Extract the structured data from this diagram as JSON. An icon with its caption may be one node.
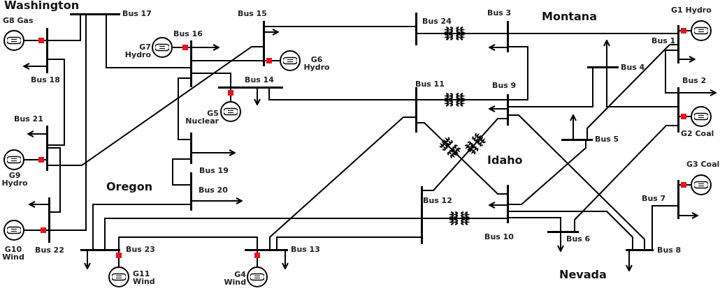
{
  "diagram": {
    "nodes": [
      {
        "text": [
          "Bus 17"
        ]
      },
      {
        "text": [
          "G8 Gas"
        ]
      },
      {
        "text": [
          "Bus 18"
        ]
      },
      {
        "text": [
          "G7 Hydro"
        ]
      },
      {
        "text": [
          "Bus 16"
        ]
      },
      {
        "text": [
          "Bus 15"
        ]
      },
      {
        "text": [
          "G6 Hydro"
        ]
      },
      {
        "text": [
          "Bus 24"
        ]
      },
      {
        "text": [
          "Bus 3"
        ]
      },
      {
        "text": [
          "G1 Hydro"
        ]
      },
      {
        "text": [
          "Bus 1"
        ]
      },
      {
        "text": [
          "Bus 14"
        ]
      },
      {
        "text": [
          "G5 Nuclear"
        ]
      },
      {
        "text": [
          "Bus 11"
        ]
      },
      {
        "text": [
          "Bus 9"
        ]
      },
      {
        "text": [
          "Bus 4"
        ]
      },
      {
        "text": [
          "Bus 2"
        ]
      },
      {
        "text": [
          "G2 Coal"
        ]
      },
      {
        "text": [
          "Bus 21"
        ]
      },
      {
        "text": [
          "G9 Hydro"
        ]
      },
      {
        "text": [
          "Bus 5"
        ]
      },
      {
        "text": [
          "Bus 19"
        ]
      },
      {
        "text": [
          "Bus 20"
        ]
      },
      {
        "text": [
          "G3 Coal"
        ]
      },
      {
        "text": [
          "Bus 12"
        ]
      },
      {
        "text": [
          "Bus 10"
        ]
      },
      {
        "text": [
          "Bus 7"
        ]
      },
      {
        "text": [
          "Bus 22"
        ]
      },
      {
        "text": [
          "G10 Wind"
        ]
      },
      {
        "text": [
          "Bus 6"
        ]
      },
      {
        "text": [
          "Bus 23"
        ]
      },
      {
        "text": [
          "G11 Wind"
        ]
      },
      {
        "text": [
          "Bus 13"
        ]
      },
      {
        "text": [
          "G4 Wind"
        ]
      },
      {
        "text": [
          "Bus 8"
        ]
      }
    ],
    "edges": [
      {
        "from": 0,
        "to": 2,
        "arrow": "none"
      },
      {
        "from": 0,
        "to": 27,
        "arrow": "none"
      },
      {
        "from": 0,
        "to": 4,
        "arrow": "none"
      },
      {
        "from": 1,
        "to": 2,
        "arrow": "none"
      },
      {
        "from": 2,
        "to": null,
        "arrow": "to"
      },
      {
        "from": 2,
        "to": 18,
        "arrow": "none"
      },
      {
        "from": 3,
        "to": 4,
        "arrow": "none"
      },
      {
        "from": 4,
        "to": null,
        "arrow": "to"
      },
      {
        "from": 4,
        "to": 5,
        "arrow": "none"
      },
      {
        "from": 4,
        "to": 11,
        "arrow": "none"
      },
      {
        "from": 4,
        "to": 21,
        "arrow": "none"
      },
      {
        "from": 5,
        "to": null,
        "arrow": "to"
      },
      {
        "from": 6,
        "to": 5,
        "arrow": "none"
      },
      {
        "from": 5,
        "to": 7,
        "arrow": "none"
      },
      {
        "from": 5,
        "to": 18,
        "arrow": "none"
      },
      {
        "from": 7,
        "to": 8,
        "arrow": "none"
      },
      {
        "from": 8,
        "to": null,
        "arrow": "to"
      },
      {
        "from": 8,
        "to": 10,
        "arrow": "none"
      },
      {
        "from": 8,
        "to": 14,
        "arrow": "none"
      },
      {
        "from": 9,
        "to": 10,
        "arrow": "none"
      },
      {
        "from": 10,
        "to": null,
        "arrow": "to"
      },
      {
        "from": 10,
        "to": 16,
        "arrow": "none"
      },
      {
        "from": 10,
        "to": 20,
        "arrow": "none"
      },
      {
        "from": 11,
        "to": null,
        "arrow": "to"
      },
      {
        "from": 12,
        "to": 11,
        "arrow": "none"
      },
      {
        "from": 11,
        "to": 13,
        "arrow": "none"
      },
      {
        "from": 13,
        "to": 14,
        "arrow": "none"
      },
      {
        "from": 14,
        "to": null,
        "arrow": "to"
      },
      {
        "from": 15,
        "to": null,
        "arrow": "to"
      },
      {
        "from": 15,
        "to": 16,
        "arrow": "none"
      },
      {
        "from": 15,
        "to": 14,
        "arrow": "none"
      },
      {
        "from": 17,
        "to": 16,
        "arrow": "none"
      },
      {
        "from": 16,
        "to": 29,
        "arrow": "none"
      },
      {
        "from": 16,
        "to": null,
        "arrow": "to"
      },
      {
        "from": 18,
        "to": null,
        "arrow": "to"
      },
      {
        "from": 19,
        "to": 18,
        "arrow": "none"
      },
      {
        "from": 18,
        "to": 27,
        "arrow": "none"
      },
      {
        "from": 20,
        "to": null,
        "arrow": "to"
      },
      {
        "from": 20,
        "to": 25,
        "arrow": "none"
      },
      {
        "from": 21,
        "to": null,
        "arrow": "to"
      },
      {
        "from": 21,
        "to": 22,
        "arrow": "none"
      },
      {
        "from": 22,
        "to": null,
        "arrow": "to"
      },
      {
        "from": 22,
        "to": 30,
        "arrow": "none"
      },
      {
        "from": 23,
        "to": 26,
        "arrow": "none"
      },
      {
        "from": 13,
        "to": 25,
        "arrow": "none"
      },
      {
        "from": 14,
        "to": 24,
        "arrow": "none"
      },
      {
        "from": 24,
        "to": 25,
        "arrow": "none"
      },
      {
        "from": 30,
        "to": 24,
        "arrow": "none"
      },
      {
        "from": 32,
        "to": 24,
        "arrow": "none"
      },
      {
        "from": 30,
        "to": 32,
        "arrow": "none"
      },
      {
        "from": 32,
        "to": 13,
        "arrow": "none"
      },
      {
        "from": 31,
        "to": 30,
        "arrow": "none"
      },
      {
        "from": 30,
        "to": null,
        "arrow": "to"
      },
      {
        "from": 33,
        "to": 32,
        "arrow": "none"
      },
      {
        "from": 32,
        "to": null,
        "arrow": "to"
      },
      {
        "from": 25,
        "to": null,
        "arrow": "to"
      },
      {
        "from": 25,
        "to": 29,
        "arrow": "none"
      },
      {
        "from": 25,
        "to": 34,
        "arrow": "none"
      },
      {
        "from": 14,
        "to": 34,
        "arrow": "none"
      },
      {
        "from": 29,
        "to": null,
        "arrow": "to"
      },
      {
        "from": 34,
        "to": 26,
        "arrow": "none"
      },
      {
        "from": 26,
        "to": null,
        "arrow": "to"
      },
      {
        "from": 34,
        "to": null,
        "arrow": "to"
      },
      {
        "from": 27,
        "to": null,
        "arrow": "to"
      },
      {
        "from": 28,
        "to": 27,
        "arrow": "none"
      }
    ],
    "labels": [
      "Washington",
      "Montana",
      "Oregon",
      "Idaho",
      "Nevada"
    ]
  }
}
